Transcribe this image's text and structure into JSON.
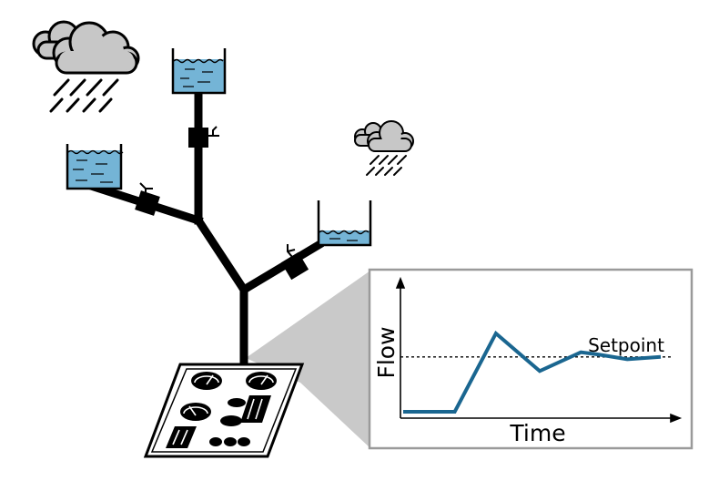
{
  "inset_chart": {
    "xlabel": "Time",
    "ylabel": "Flow",
    "annotation": "Setpoint"
  },
  "chart_data": {
    "type": "line",
    "title": "",
    "xlabel": "Time",
    "ylabel": "Flow",
    "series": [
      {
        "values": [
          [
            0.0,
            0.0
          ],
          [
            0.2,
            0.0
          ],
          [
            0.36,
            1.0
          ],
          [
            0.53,
            0.52
          ],
          [
            0.69,
            0.76
          ],
          [
            0.76,
            0.73
          ],
          [
            0.87,
            0.67
          ],
          [
            1.0,
            0.7
          ]
        ]
      }
    ],
    "setpoint": 0.7,
    "series_color": "#1a6690",
    "grid": false
  },
  "colors": {
    "water": "#74b4d6",
    "cloud": "#c7c7c7",
    "pipe": "#000000",
    "inset_border": "#9a9a9a",
    "zoom_wedge": "#c9c9c9"
  }
}
